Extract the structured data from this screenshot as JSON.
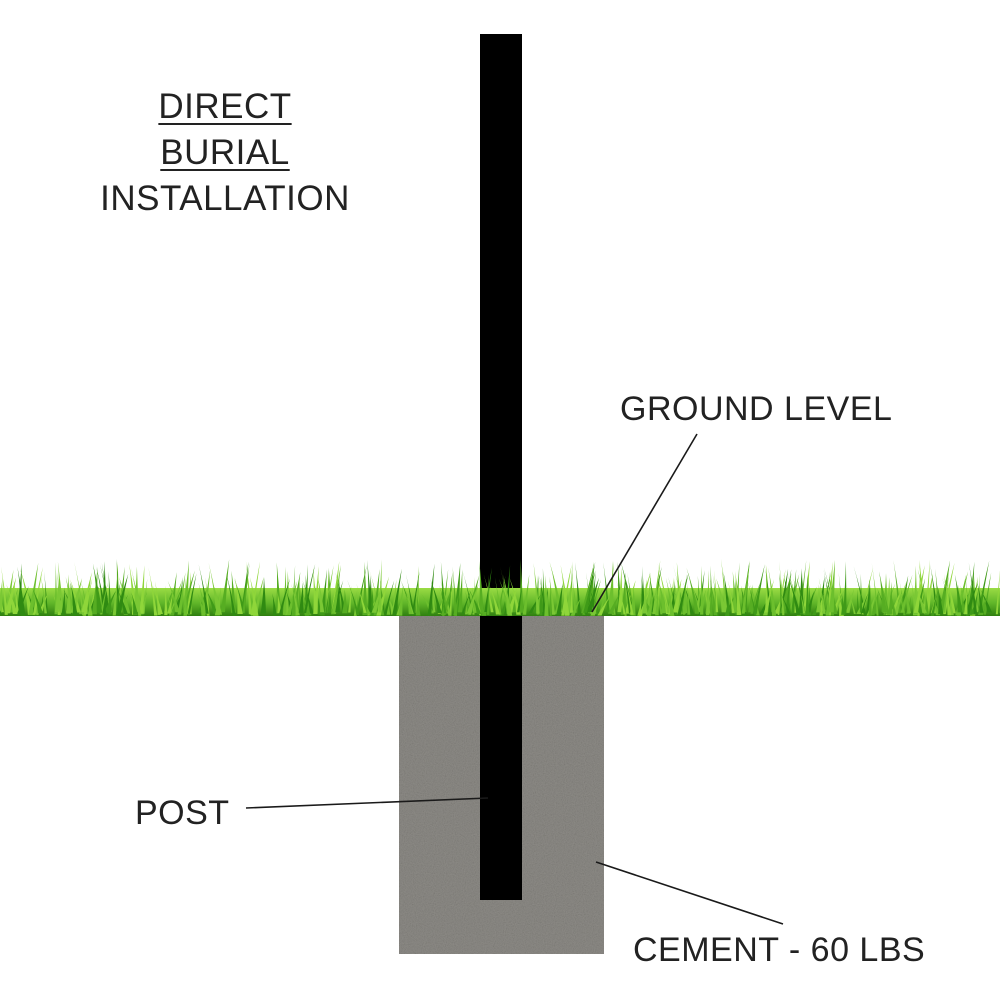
{
  "title": {
    "line1": "DIRECT",
    "line2": "BURIAL",
    "line3": "INSTALLATION"
  },
  "labels": {
    "ground": "GROUND LEVEL",
    "post": "POST",
    "cement": "CEMENT - 60 LBS"
  },
  "colors": {
    "post": "#000000",
    "cement": "#8e8c87",
    "grass_dark": "#2f8a12",
    "grass_light": "#8fd63a",
    "text": "#222222"
  }
}
